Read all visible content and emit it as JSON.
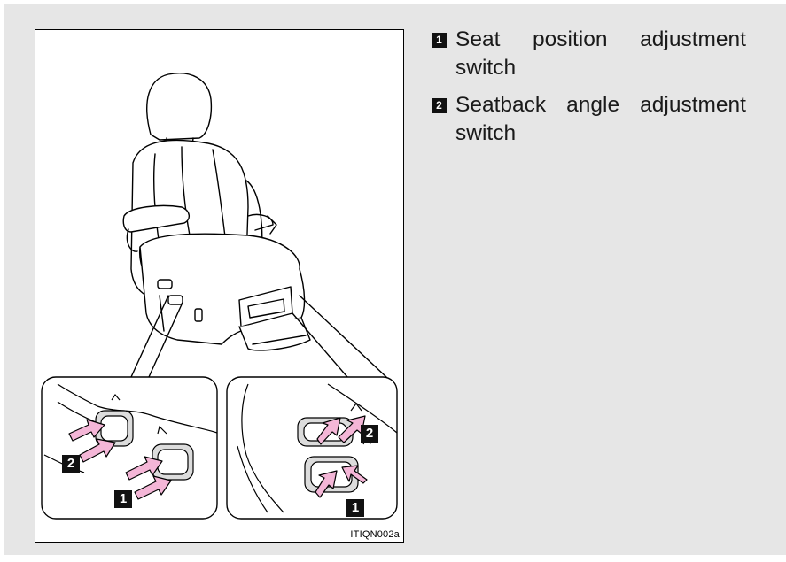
{
  "figure": {
    "code": "ITIQN002a",
    "callouts": {
      "left_upper": "2",
      "left_lower": "1",
      "right_upper": "2",
      "right_lower": "1"
    }
  },
  "legend": {
    "items": [
      {
        "badge": "1",
        "label": "Seat position adjustment switch"
      },
      {
        "badge": "2",
        "label": "Seatback angle adjustment switch"
      }
    ]
  },
  "colors": {
    "panel_bg": "#e6e6e6",
    "arrow_fill": "#f4b6d7",
    "badge_bg": "#111111"
  }
}
